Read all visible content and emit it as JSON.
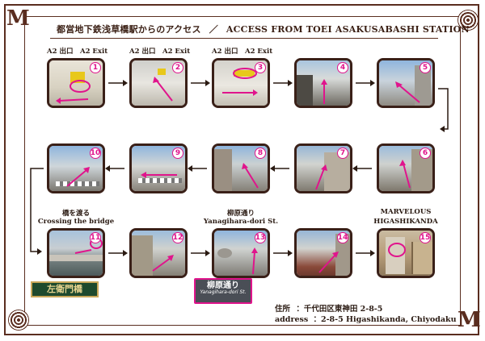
{
  "title": {
    "jp": "都営地下鉄浅草橋駅からのアクセス",
    "sep": "／",
    "en": "ACCESS FROM TOEI ASAKUSABASHI STATION"
  },
  "corner_letter": "M",
  "exit_label": "A2 出口　A2 Exit",
  "steps": [
    {
      "n": "1"
    },
    {
      "n": "2"
    },
    {
      "n": "3"
    },
    {
      "n": "4"
    },
    {
      "n": "5"
    },
    {
      "n": "6"
    },
    {
      "n": "7"
    },
    {
      "n": "8"
    },
    {
      "n": "9"
    },
    {
      "n": "10"
    },
    {
      "n": "11"
    },
    {
      "n": "12"
    },
    {
      "n": "13"
    },
    {
      "n": "14"
    },
    {
      "n": "15"
    }
  ],
  "captions": {
    "bridge_jp": "橋を渡る",
    "bridge_en": "Crossing the bridge",
    "street_jp": "柳原通り",
    "street_en": "Yanagihara-dori St.",
    "dest_1": "MARVELOUS",
    "dest_2": "HIGASHIKANDA"
  },
  "signs": {
    "bridge_sign": "左衛門橋",
    "street_sign_jp": "柳原通り",
    "street_sign_en": "Yanagihara-dori St."
  },
  "address": {
    "jp_label": "住所",
    "jp_value": "：千代田区東神田 2-8-5",
    "en_label": "address",
    "en_value": "：2-8-5 Higashikanda, Chiyodaku"
  },
  "colors": {
    "frame": "#5a2d1f",
    "accent": "#e0148c",
    "arrow": "#2a1a12"
  }
}
